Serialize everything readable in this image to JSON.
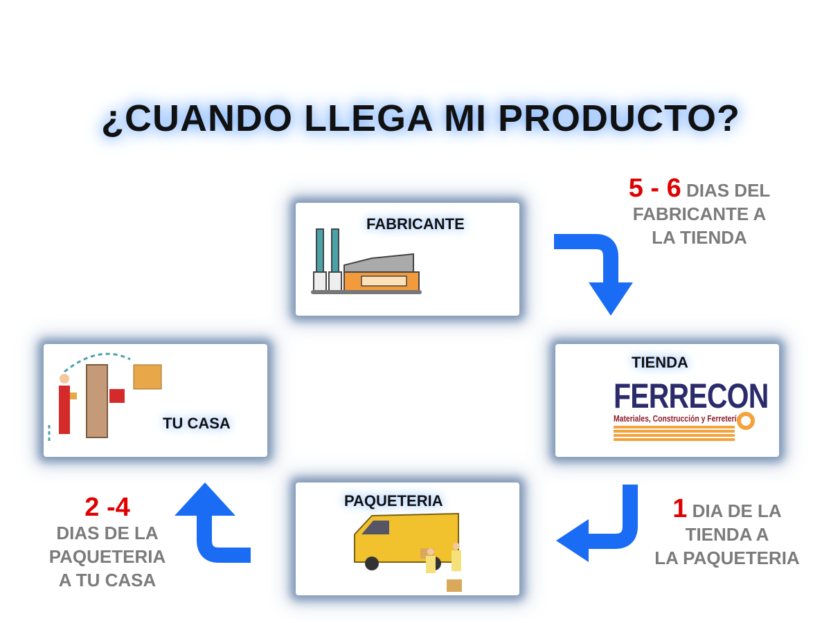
{
  "title": "¿CUANDO LLEGA MI PRODUCTO?",
  "colors": {
    "arrow": "#1a6cf5",
    "number": "#e10000",
    "note": "#7b7b7b"
  },
  "cards": {
    "fabricante": "FABRICANTE",
    "tienda": "TIENDA",
    "paqueteria": "PAQUETERIA",
    "tu_casa": "TU CASA"
  },
  "logo": {
    "brand": "FERRECON",
    "tagline": "Materiales, Construcción y Ferretería"
  },
  "notes": {
    "step1": {
      "num": "5 - 6",
      "line1": "DIAS DEL",
      "line2": "FABRICANTE A",
      "line3": "LA TIENDA"
    },
    "step2": {
      "num": "1",
      "line1": "DIA DE LA",
      "line2": "TIENDA  A",
      "line3": "LA PAQUETERIA"
    },
    "step3": {
      "num": "2 -4",
      "line1": "DIAS DE  LA",
      "line2": "PAQUETERIA",
      "line3": "A TU CASA"
    }
  }
}
